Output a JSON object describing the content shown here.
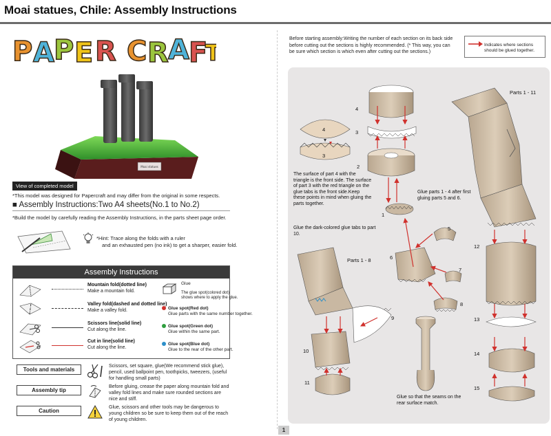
{
  "header": {
    "title": "Moai statues, Chile: Assembly Instructions"
  },
  "logo": {
    "text": "PAPER CRAFT"
  },
  "left": {
    "caption": "View of completed model",
    "stand_label": "Moai statues",
    "note": "*This model was designed for Papercraft and may differ from the original in some respects.",
    "section_heading": "■ Assembly Instructions:Two A4 sheets(No.1 to No.2)",
    "build_note": "*Build the model by carefully reading the Assembly Instructions, in the parts sheet page order.",
    "hint_line1": "*Hint: Trace along the folds with a ruler",
    "hint_line2": "and an exhausted pen (no ink) to get a sharper, easier fold."
  },
  "instructions": {
    "heading": "Assembly Instructions",
    "legend": [
      {
        "title": "Mountain fold(dotted line)",
        "desc": "Make a mountain fold."
      },
      {
        "title": "Valley fold(dashed and dotted line)",
        "desc": "Make a valley fold."
      },
      {
        "title": "Scissors line(solid line)",
        "desc": "Cut along the line."
      },
      {
        "title": "Cut in line(solid line)",
        "desc": "Cut along the line."
      }
    ],
    "glue": {
      "label": "Glue",
      "desc1": "The glue spot(colored dot)",
      "desc2": "shows where to apply the glue.",
      "spots": [
        {
          "title": "Glue spot(Red dot)",
          "desc": "Glue parts with the same number together.",
          "color": "#d0312d"
        },
        {
          "title": "Glue spot(Green dot)",
          "desc": "Glue within the same part.",
          "color": "#2e9e3e"
        },
        {
          "title": "Glue spot(Blue dot)",
          "desc": "Glue to the rear of the other part.",
          "color": "#2c8fc9"
        }
      ]
    }
  },
  "tips": [
    {
      "label": "Tools and materials",
      "icon": "scissors-icon",
      "text": "Scissors, set square, glue(We recommend stick glue), pencil, used ballpoint pen, toothpicks, tweezers, (useful for handling small parts)"
    },
    {
      "label": "Assembly tip",
      "icon": "folding-icon",
      "text": "Before gluing, crease the paper along mountain fold and valley fold lines and make sure rounded sections are nice and stiff."
    },
    {
      "label": "Caution",
      "icon": "warning-icon",
      "text": "Glue, scissors and other tools may be dangerous to young children so be sure to keep them out of the reach of young children."
    }
  ],
  "right": {
    "before_text": "Before starting assembly:Writing the number of each section on its back side before cutting out the sections is highly recommended. (* This way, you can be sure which section is which even after cutting out the sections.)",
    "indicates_text": "Indicates where sections should be glued together.",
    "arrow_color": "#d0312d",
    "part_labels": {
      "p4a": "4",
      "p3a": "3",
      "p4b": "4",
      "p3b": "3",
      "p2": "2",
      "p1": "1",
      "p5": "5",
      "p6": "6",
      "p7": "7",
      "p8": "8",
      "p9": "9",
      "p10": "10",
      "p11": "11",
      "p12": "12",
      "p13": "13",
      "p14": "14",
      "p15": "15"
    },
    "group_1_11": "Parts 1 - 11",
    "group_1_8": "Parts 1 - 8",
    "note_surface": "The surface of part 4 with the triangle is the front side. The surface of part 3 with the red triangle on the glue tabs is the front side.Keep these points in mind when gluing the parts together.",
    "note_glue14": "Glue parts 1 - 4 after first gluing parts 5 and 6.",
    "note_dark": "Glue the dark-colored glue tabs to part 10.",
    "note_seams": "Glue so that the seams on the rear surface match."
  },
  "footer": {
    "page": "1"
  }
}
